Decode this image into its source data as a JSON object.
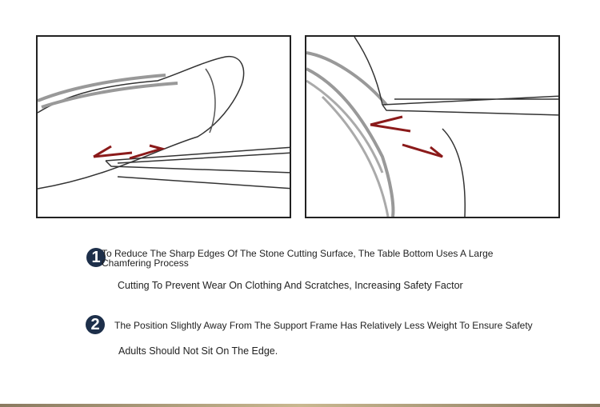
{
  "points": [
    {
      "number": "1",
      "line1": "To Reduce The Sharp Edges Of The Stone Cutting Surface, The Table Bottom Uses A Large",
      "line2": "Chamfering Process",
      "line3": "Cutting To Prevent Wear On Clothing And Scratches, Increasing Safety Factor"
    },
    {
      "number": "2",
      "line1": "The Position Slightly Away From The Support Frame Has Relatively Less Weight To Ensure Safety",
      "line2": "Adults Should Not Sit On The Edge."
    }
  ],
  "colors": {
    "badge": "#1d2f4a",
    "arrow": "#8b1a1a"
  }
}
